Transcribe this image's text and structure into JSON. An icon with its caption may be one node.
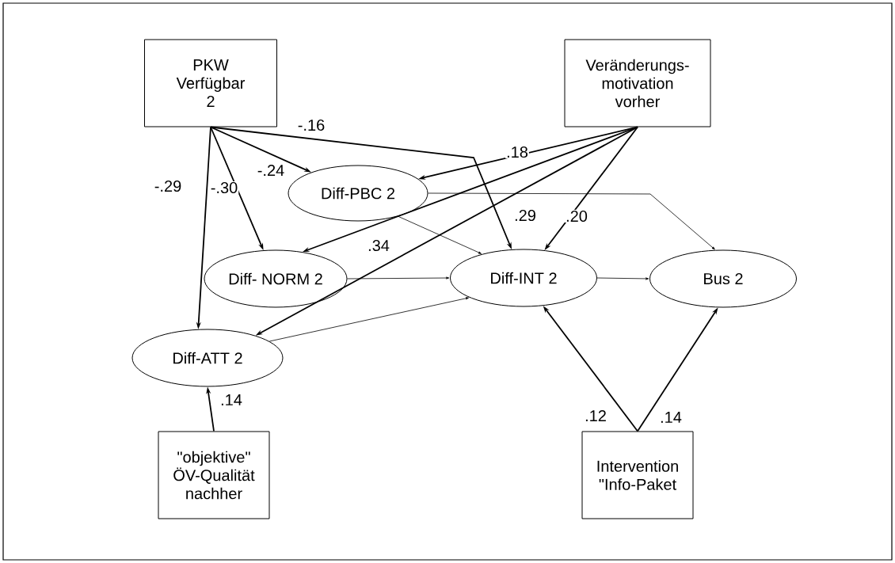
{
  "diagram": {
    "nodes": [
      {
        "text": [
          "PKW Verfügbar 2"
        ]
      },
      {
        "text": [
          "Veränderungs- motivation vorher"
        ]
      },
      {
        "text": [
          "Diff-PBC 2"
        ]
      },
      {
        "text": [
          "Diff- NORM 2"
        ]
      },
      {
        "text": [
          "Diff-INT 2"
        ]
      },
      {
        "text": [
          "Bus 2"
        ]
      },
      {
        "text": [
          "Diff-ATT 2"
        ]
      },
      {
        "text": [
          "\"objektive\" ÖV-Qualität nachher"
        ]
      },
      {
        "text": [
          "Intervention \"Info-Paket"
        ]
      }
    ],
    "edges": [
      {
        "from": 0,
        "to": 6,
        "arrow": "to",
        "label": "-.29"
      },
      {
        "from": 0,
        "to": 3,
        "arrow": "to",
        "label": "-.30"
      },
      {
        "from": 0,
        "to": 2,
        "arrow": "to",
        "label": "-.24"
      },
      {
        "from": 0,
        "to": 4,
        "arrow": "to",
        "label": "-.16"
      },
      {
        "from": 1,
        "to": 2,
        "arrow": "to",
        "label": ".18"
      },
      {
        "from": 1,
        "to": 3,
        "arrow": "to",
        "label": ".34"
      },
      {
        "from": 1,
        "to": 6,
        "arrow": "to",
        "label": ".29"
      },
      {
        "from": 1,
        "to": 4,
        "arrow": "to",
        "label": ".20"
      },
      {
        "from": 2,
        "to": 4,
        "arrow": "to"
      },
      {
        "from": 2,
        "to": 5,
        "arrow": "to"
      },
      {
        "from": 3,
        "to": 4,
        "arrow": "to"
      },
      {
        "from": 6,
        "to": 4,
        "arrow": "to"
      },
      {
        "from": 4,
        "to": 5,
        "arrow": "to"
      },
      {
        "from": 7,
        "to": 6,
        "arrow": "to",
        "label": ".14"
      },
      {
        "from": 8,
        "to": 4,
        "arrow": "to",
        "label": ".12"
      },
      {
        "from": 8,
        "to": 5,
        "arrow": "to",
        "label": ".14"
      }
    ]
  }
}
